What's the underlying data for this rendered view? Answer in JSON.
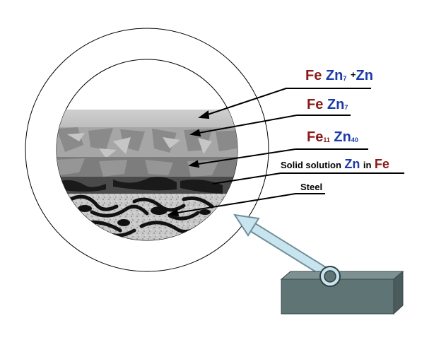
{
  "labels": {
    "l1": {
      "fe": "Fe",
      "zn": "Zn",
      "sub": "7",
      "plus": "+",
      "zn2": "Zn"
    },
    "l2": {
      "fe": "Fe",
      "zn": "Zn",
      "sub": "7"
    },
    "l3": {
      "fe": "Fe",
      "fe_sub": "11",
      "zn": "Zn",
      "zn_sub": "40"
    },
    "l4": {
      "prefix": "Solid solution",
      "zn": "Zn",
      "mid": "in",
      "fe": "Fe"
    },
    "l5": {
      "text": "Steel"
    }
  },
  "colors": {
    "fe": "#8b1a1a",
    "zn": "#1c3aa8",
    "arrow": "#c8e4ee",
    "block": "#5f7475"
  }
}
